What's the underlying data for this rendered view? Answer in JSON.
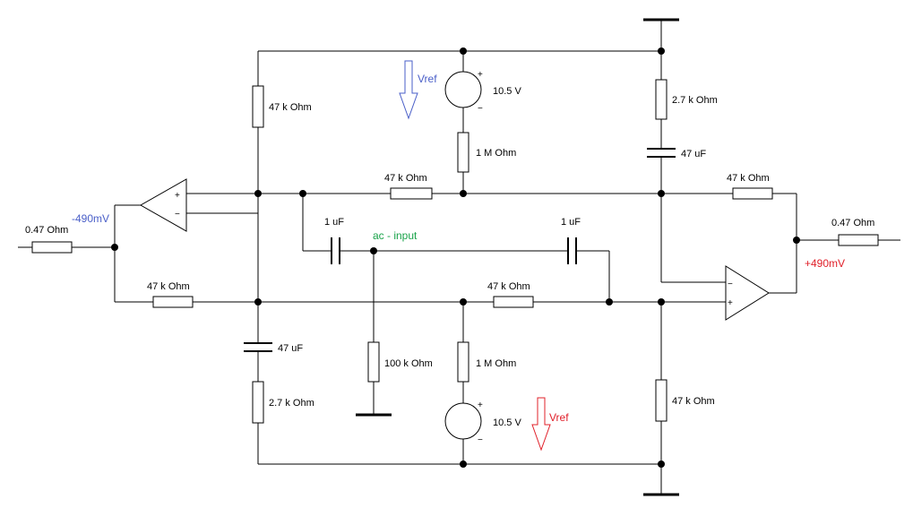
{
  "labels": {
    "r_top_left": "47 k Ohm",
    "r_top_mid": "47 k Ohm",
    "r_1m_top": "1 M Ohm",
    "vs_top": "10.5 V",
    "vref_top": "Vref",
    "r_2k7_top": "2.7 k Ohm",
    "c_47_top": "47 uF",
    "r_fb_right": "47 k Ohm",
    "r_out_right": "0.47  Ohm",
    "v_out_pos": "+490mV",
    "r_out_left": "0.47  Ohm",
    "v_out_neg": "-490mV",
    "c_in_left": "1 uF",
    "c_in_right": "1 uF",
    "ac_input": "ac - input",
    "r_fb_left": "47 k Ohm",
    "r_bot_mid": "47 k Ohm",
    "c_47_bot": "47 uF",
    "r_2k7_bot": "2.7 k Ohm",
    "r_100k": "100 k Ohm",
    "r_1m_bot": "1 M Ohm",
    "vs_bot": "10.5 V",
    "vref_bot": "Vref",
    "r_47k_right_bot": "47 k Ohm",
    "plus": "+",
    "minus": "−"
  },
  "colors": {
    "vref_top": "#4a5fc8",
    "vref_bot": "#e0202a",
    "v_out_neg": "#4a5fc8",
    "v_out_pos": "#e0202a",
    "ac_input": "#1aa34a"
  }
}
